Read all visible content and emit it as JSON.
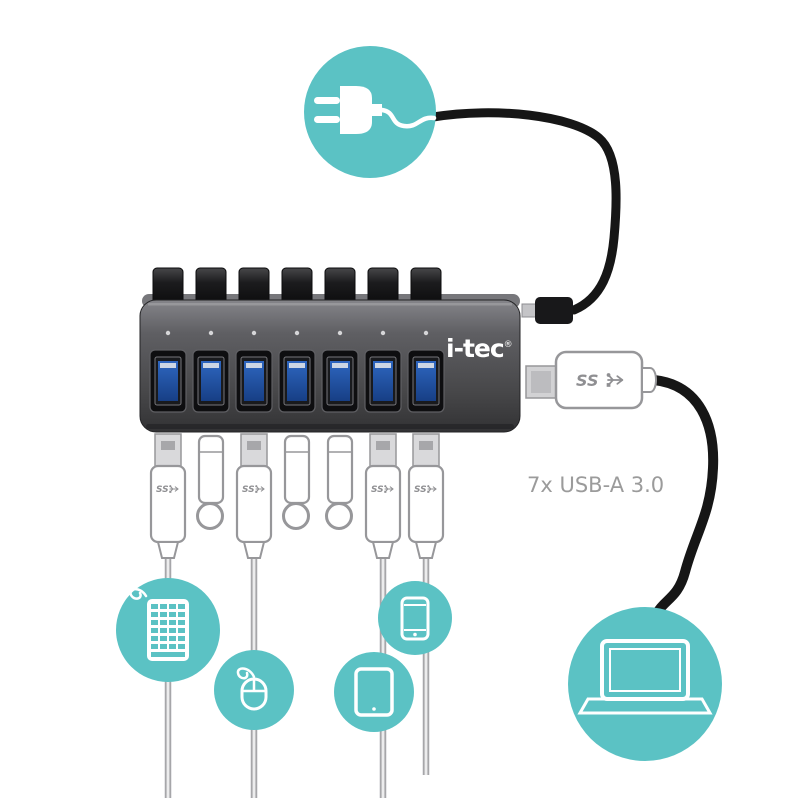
{
  "illustration": {
    "background": "#ffffff",
    "brand": {
      "logo_text": "i-tec",
      "registered_mark": "®"
    },
    "labels": {
      "ports_label": "7x USB-A 3.0",
      "ss_usb": "SS"
    },
    "hub": {
      "port_count": 7,
      "button_count": 7,
      "led_count": 7,
      "port_type": "USB-A 3.0"
    },
    "attached": {
      "usb_a_plugs": 4,
      "flash_drives": 3,
      "power_adapter": 1,
      "host_laptop": 1,
      "peripheral_bubbles": [
        "keyboard",
        "mouse",
        "tablet",
        "smartphone",
        "laptop",
        "power-plug"
      ]
    },
    "icons": {
      "power-plug-icon": "two-prong power plug with cord",
      "laptop-icon": "laptop outline",
      "keyboard-icon": "keyboard with keys and cord",
      "mouse-icon": "computer mouse outline with cord",
      "tablet-icon": "tablet outline",
      "smartphone-icon": "smartphone outline",
      "ss-usb-trident-icon": "USB SuperSpeed trident"
    },
    "colors": {
      "teal": "#5bc2c4",
      "hub_gray_dark": "#323234",
      "hub_gray_light": "#85858a",
      "usb_blue": "#1d4f9e",
      "cable_black": "#161616",
      "outline_gray": "#97979a",
      "label_gray": "#9b9b9b"
    }
  }
}
